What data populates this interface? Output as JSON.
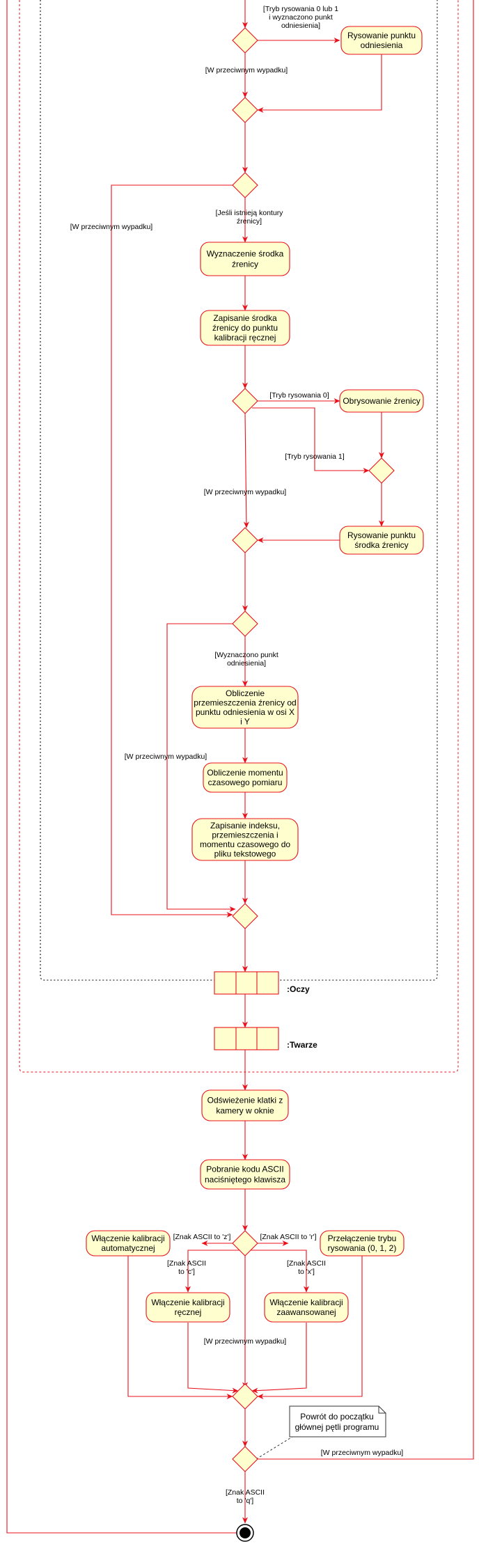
{
  "colors": {
    "line": "#e8101a",
    "fill": "#fefece",
    "frame_black": "#333333",
    "final_node": "#000000"
  },
  "nodes": {
    "rysowanie_pkt_odn": "Rysowanie punktu\nodniesienia",
    "wyznaczenie_srodka": "Wyznaczenie środka\nźrenicy",
    "zapisanie_srodka": "Zapisanie środka\nźrenicy do punktu\nkalibracji ręcznej",
    "obrysowanie": "Obrysowanie źrenicy",
    "rysowanie_pkt_srodka": "Rysowanie punktu\nśrodka źrenicy",
    "obliczenie_przem": "Obliczenie\nprzemieszczenia źrenicy od\npunktu odniesienia w osi X\ni Y",
    "obliczenie_momentu": "Obliczenie momentu\nczasowego pomiaru",
    "zapisanie_indeksu": "Zapisanie indeksu,\nprzemieszczenia i\nmomentu czasowego do\npliku tekstowego",
    "odswiezenie": "Odświeżenie klatki z\nkamery w oknie",
    "pobranie": "Pobranie kodu ASCII\nnaciśniętego klawisza",
    "wlacz_auto": "Włączenie kalibracji\nautomatycznej",
    "przelaczenie": "Przełączenie trybu\nrysowania (0, 1, 2)",
    "wlacz_reczna": "Włączenie kalibracji\nręcznej",
    "wlacz_zaaw": "Włączenie kalibracji\nzaawansowanej"
  },
  "guards": {
    "tryb01": "[Tryb rysowania 0 lub 1\ni wyznaczono punkt\nodniesienia]",
    "else1": "[W przeciwnym wypadku]",
    "kontury": "[Jeśli istnieją kontury\nźrenicy]",
    "else2": "[W przeciwnym wypadku]",
    "tryb0": "[Tryb rysowania 0]",
    "tryb1": "[Tryb rysowania 1]",
    "else3": "[W przeciwnym wypadku]",
    "wyznaczono": "[Wyznaczono punkt\nodniesienia]",
    "else4": "[W przeciwnym wypadku]",
    "ascii_z": "[Znak ASCII to 'z']",
    "ascii_r": "[Znak ASCII to 'r']",
    "ascii_c": "[Znak ASCII\nto 'c']",
    "ascii_x": "[Znak ASCII\nto 'x']",
    "else5": "[W przeciwnym wypadku]",
    "else6": "[W przeciwnym wypadku]",
    "ascii_q": "[Znak ASCII\nto 'q']"
  },
  "partitions": {
    "oczy": ":Oczy",
    "twarze": ":Twarze"
  },
  "note": "Powrót do początku\ngłównej pętli programu"
}
